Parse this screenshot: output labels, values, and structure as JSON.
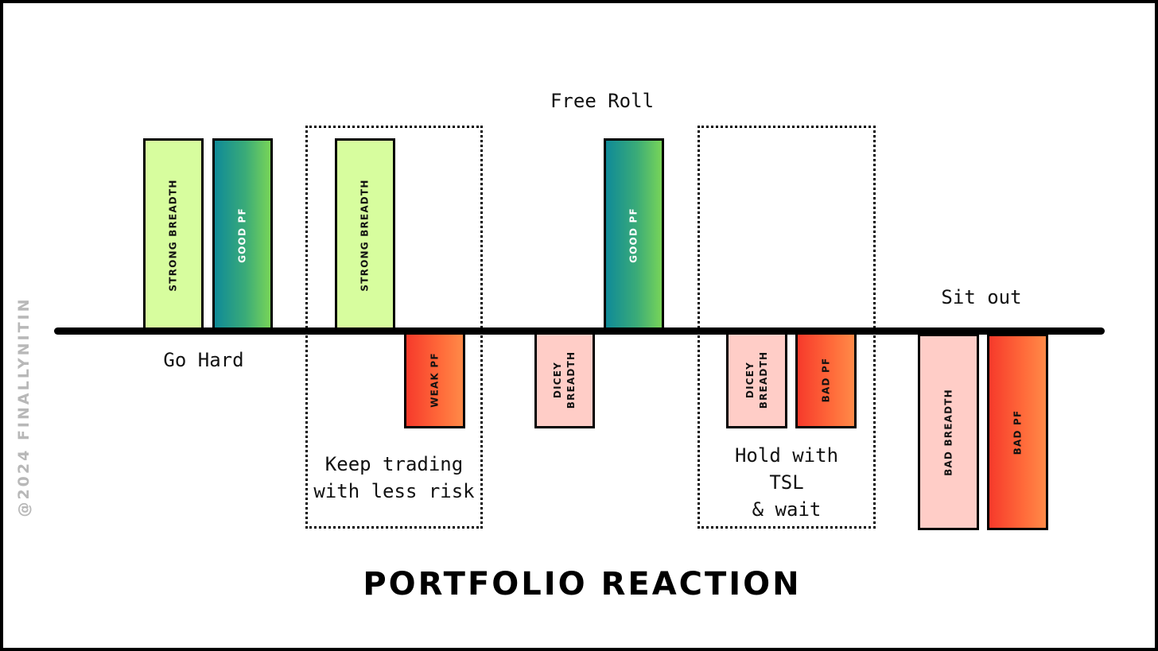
{
  "title": "PORTFOLIO REACTION",
  "watermark": "@2024 FINALLYNITIN",
  "annotations": {
    "go_hard": "Go Hard",
    "keep_trading": "Keep trading\nwith less risk",
    "free_roll": "Free Roll",
    "hold_with_tsl": "Hold with\nTSL\n& wait",
    "sit_out": "Sit out"
  },
  "bars": [
    {
      "label": "STRONG BREADTH",
      "direction": "up",
      "level": "high",
      "color": "#d7fd9e"
    },
    {
      "label": "GOOD PF",
      "direction": "up",
      "level": "high",
      "color": "#16909a"
    },
    {
      "label": "STRONG BREADTH",
      "direction": "up",
      "level": "high",
      "color": "#d7fd9e"
    },
    {
      "label": "WEAK PF",
      "direction": "down",
      "level": "mid",
      "color": "#f63a2b"
    },
    {
      "label": "DICEY BREADTH",
      "direction": "down",
      "level": "mid",
      "color": "#ffcdc7"
    },
    {
      "label": "GOOD PF",
      "direction": "up",
      "level": "high",
      "color": "#16909a"
    },
    {
      "label": "DICEY BREADTH",
      "direction": "down",
      "level": "mid",
      "color": "#ffcdc7"
    },
    {
      "label": "BAD PF",
      "direction": "down",
      "level": "mid",
      "color": "#f63a2b"
    },
    {
      "label": "BAD BREADTH",
      "direction": "down",
      "level": "high",
      "color": "#ffcdc7"
    },
    {
      "label": "BAD PF",
      "direction": "down",
      "level": "high",
      "color": "#f63a2b"
    }
  ],
  "colors": {
    "strong_breadth": "#d7fd9e",
    "good_pf_start": "#0f8a98",
    "good_pf_end": "#78d458",
    "weak_bad_start": "#f63a2b",
    "weak_bad_end": "#ff8a48",
    "dicey_bad_breadth": "#ffcdc7",
    "watermark": "#b8b8b8"
  }
}
